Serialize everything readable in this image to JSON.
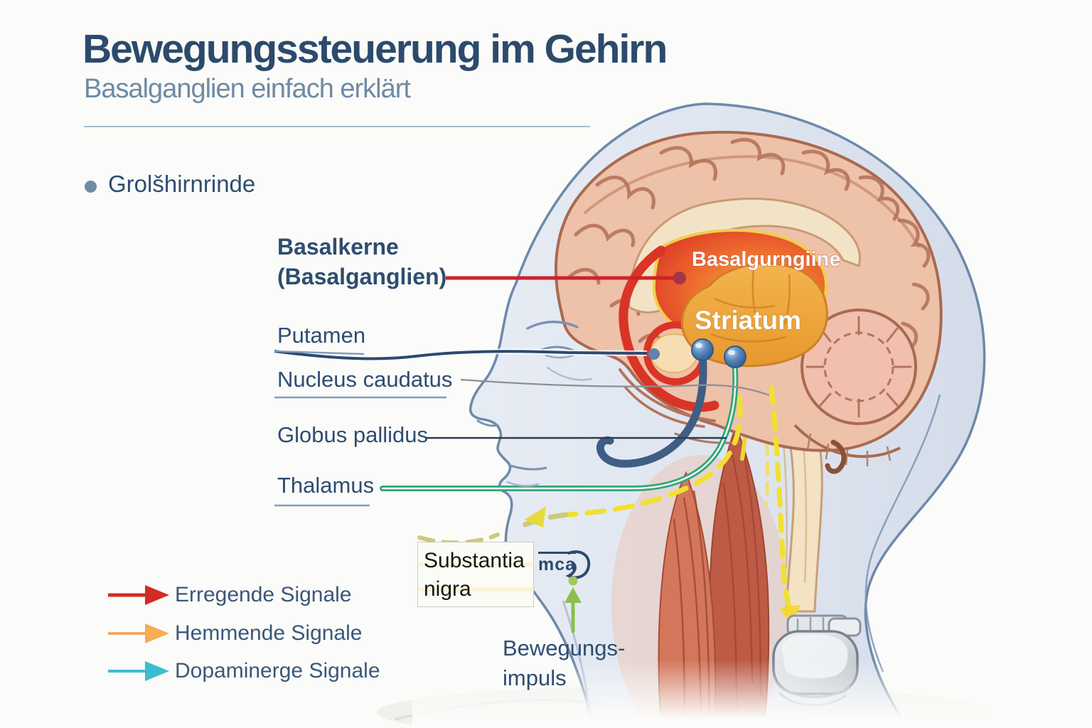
{
  "header": {
    "title": "Bewegungssteuerung im Gehirn",
    "subtitle": "Basalganglien einfach erklärt"
  },
  "cortex": {
    "label": "Grolšhirnrinde"
  },
  "anatomy_labels": {
    "basalkerne_line1": "Basalkerne",
    "basalkerne_line2": "(Basalganglien)",
    "putamen": "Putamen",
    "nucleus_caudatus": "Nucleus caudatus",
    "globus_pallidus": "Globus pallidus",
    "thalamus": "Thalamus"
  },
  "substantia": {
    "line1": "Substantia",
    "line2": "nigra"
  },
  "ear": {
    "label": "mca"
  },
  "brain_labels": {
    "basal_region": "Basalgurngiine",
    "striatum": "Striatum"
  },
  "impulse": {
    "line1": "Bewegungs-",
    "line2": "impuls"
  },
  "legend": {
    "items": [
      {
        "label": "Erregende Signale",
        "color": "#d32b26"
      },
      {
        "label": "Hemmende Signale",
        "color": "#f6ae54"
      },
      {
        "label": "Dopaminerge Signale",
        "color": "#3bbcd1"
      }
    ]
  },
  "accents": {
    "excitatory_red": "#d32b26",
    "inhibitory_orange": "#f6ae54",
    "dopaminergic_cyan": "#3bbcd1",
    "thalamus_green": "#2fa678",
    "impulse_green": "#8cbf4b",
    "signal_yellow": "#f2e030",
    "label_navy": "#2e4d71"
  }
}
